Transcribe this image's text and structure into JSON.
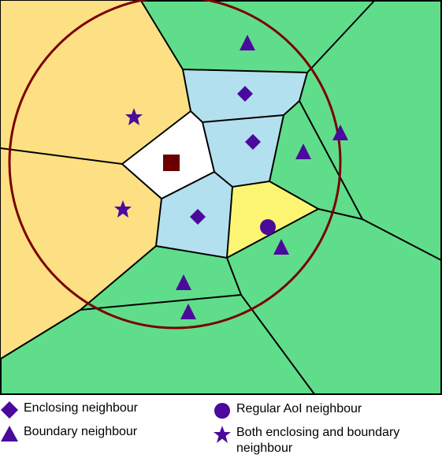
{
  "colors": {
    "outside_region": "#60dd8a",
    "left_region": "#fde084",
    "enclosing_cell": "#b3e0ee",
    "regular_cell": "#fcf573",
    "own_cell": "#ffffff",
    "aoi_circle": "#7a0000",
    "marker": "#4b0a9b",
    "self_marker": "#6b0000",
    "edge": "#000000"
  },
  "legend": {
    "enclosing": {
      "icon": "diamond-icon",
      "label": "Enclosing neighbour"
    },
    "regular": {
      "icon": "circle-icon",
      "label": "Regular AoI neighbour"
    },
    "boundary": {
      "icon": "triangle-icon",
      "label": "Boundary neighbour"
    },
    "both": {
      "icon": "star-icon",
      "label": "Both enclosing and boundary neighbour"
    }
  }
}
